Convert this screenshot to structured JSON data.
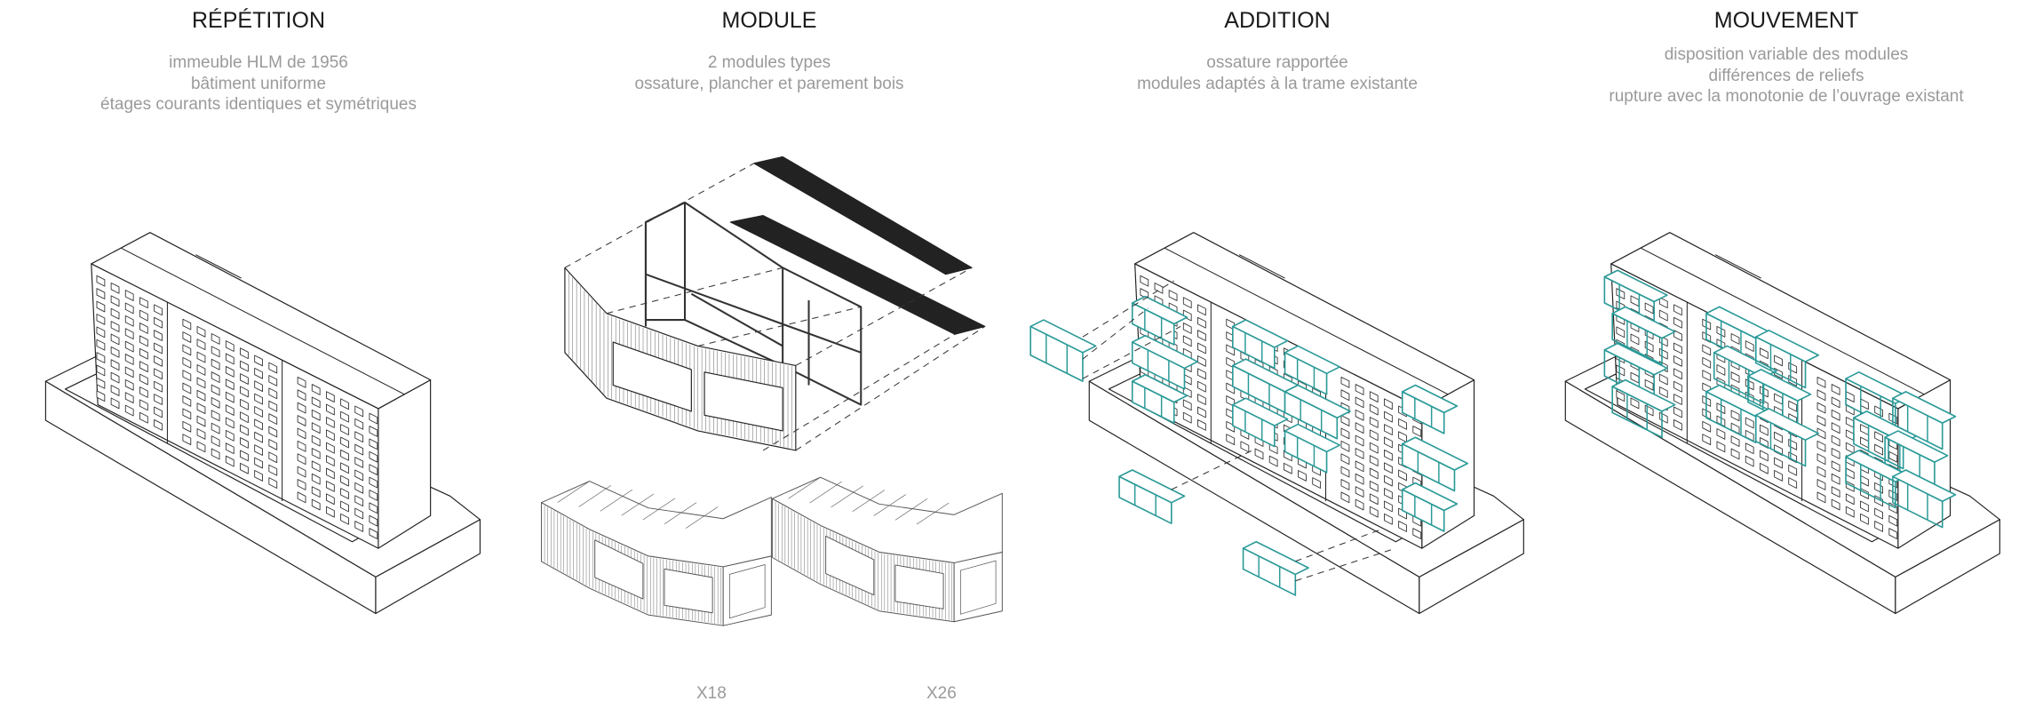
{
  "panels": [
    {
      "title": "RÉPÉTITION",
      "lines": [
        "immeuble HLM de 1956",
        "bâtiment uniforme",
        "étages courants identiques et symétriques"
      ]
    },
    {
      "title": "MODULE",
      "lines": [
        "2 modules types",
        "ossature, plancher et parement bois"
      ]
    },
    {
      "title": "ADDITION",
      "lines": [
        "ossature rapportée",
        "modules adaptés à la trame existante"
      ]
    },
    {
      "title": "MOUVEMENT",
      "lines": [
        "disposition variable des modules",
        "différences de reliefs",
        "rupture avec la monotonie de l’ouvrage existant"
      ]
    }
  ],
  "module_counts": [
    "X18",
    "X26"
  ],
  "colors": {
    "line": "#222222",
    "accent": "#2a9a98",
    "text_muted": "#9a9a9a"
  }
}
